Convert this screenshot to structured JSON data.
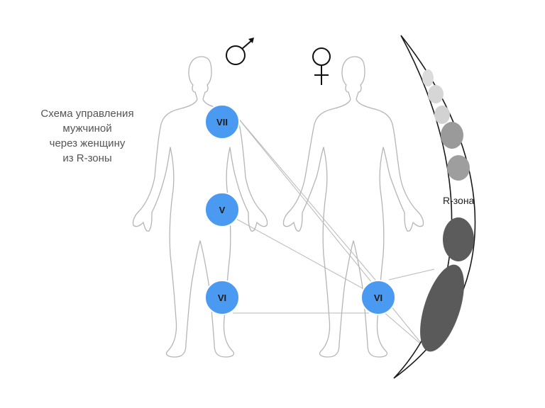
{
  "caption": {
    "lines": [
      "Схема управления",
      "мужчиной",
      "через женщину",
      "из R-зоны"
    ]
  },
  "symbols": {
    "male": "male-symbol",
    "female": "female-symbol"
  },
  "nodes": {
    "man_vii": "VII",
    "man_v": "V",
    "man_vi": "VI",
    "woman_vi": "VI"
  },
  "r_zone": {
    "label": "R-зона"
  },
  "colors": {
    "node_fill": "#4a9af2",
    "node_stroke": "#ffffff",
    "body_outline": "#b5b5b5",
    "link_line": "#b8b8b8",
    "zone_outline": "#1a1a1a",
    "ellipse_light": "#d9d9d9",
    "ellipse_mid": "#9a9a9a",
    "ellipse_dark": "#5a5a5a"
  }
}
